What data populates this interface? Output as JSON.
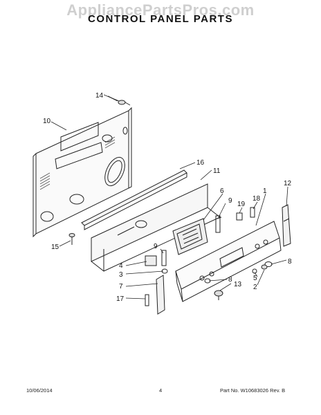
{
  "watermark": "AppliancePartsPros.com",
  "title": "CONTROL PANEL PARTS",
  "footer": {
    "date": "10/06/2014",
    "page": "4",
    "part_info": "Part No. W10683026  Rev. B"
  },
  "callouts": {
    "c14": "14",
    "c10": "10",
    "c16": "16",
    "c11": "11",
    "c6": "6",
    "c9a": "9",
    "c19": "19",
    "c18": "18",
    "c1": "1",
    "c12": "12",
    "c15": "15",
    "c9b": "9",
    "c4": "4",
    "c3": "3",
    "c7": "7",
    "c17": "17",
    "c8a": "8",
    "c8b": "8",
    "c13": "13",
    "c5": "5",
    "c2": "2"
  }
}
